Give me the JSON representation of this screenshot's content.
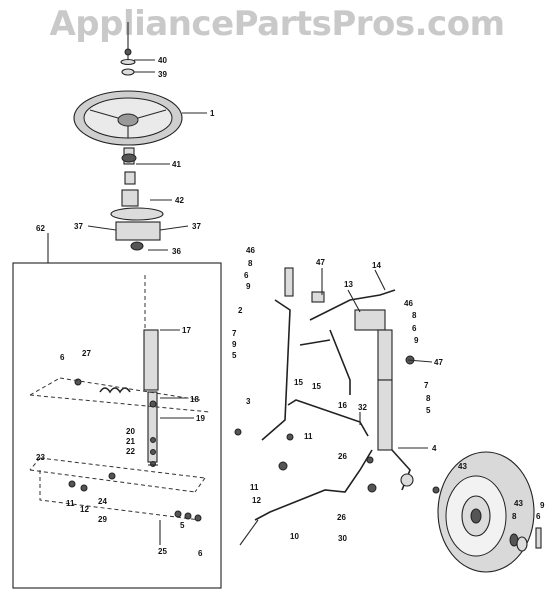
{
  "watermark": "AppliancePartsPros.com",
  "callouts": {
    "c1": "1",
    "c2": "2",
    "c3": "3",
    "c4": "4",
    "c5a": "5",
    "c5b": "5",
    "c5c": "5",
    "c6a": "6",
    "c6b": "6",
    "c6c": "6",
    "c6d": "6",
    "c6e": "6",
    "c7a": "7",
    "c7b": "7",
    "c8a": "8",
    "c8b": "8",
    "c8c": "8",
    "c8d": "8",
    "c9a": "9",
    "c9b": "9",
    "c9c": "9",
    "c9d": "9",
    "c10": "10",
    "c11a": "11",
    "c11b": "11",
    "c11c": "11",
    "c12a": "12",
    "c12b": "12",
    "c13": "13",
    "c14": "14",
    "c15a": "15",
    "c15b": "15",
    "c16": "16",
    "c17": "17",
    "c18": "18",
    "c19": "19",
    "c20": "20",
    "c21": "21",
    "c22": "22",
    "c23": "23",
    "c24": "24",
    "c25": "25",
    "c26a": "26",
    "c26b": "26",
    "c27": "27",
    "c29": "29",
    "c30": "30",
    "c32": "32",
    "c36": "36",
    "c37a": "37",
    "c37b": "37",
    "c39": "39",
    "c40": "40",
    "c41": "41",
    "c42": "42",
    "c43a": "43",
    "c43b": "43",
    "c46a": "46",
    "c46b": "46",
    "c47a": "47",
    "c47b": "47",
    "c62": "62"
  }
}
